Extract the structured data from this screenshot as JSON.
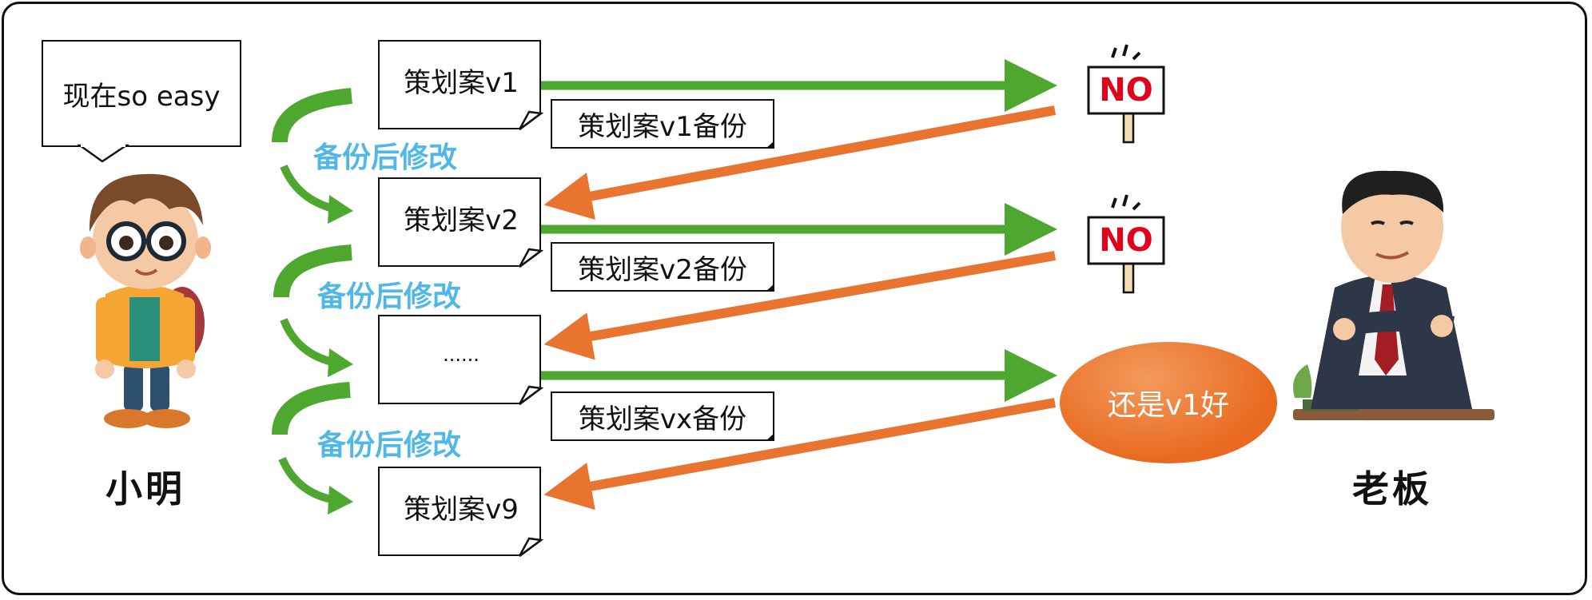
{
  "speech_bubble": "现在so easy",
  "left_person": "小明",
  "right_person": "老板",
  "docs": [
    "策划案v1",
    "策划案v2",
    "......",
    "策划案v9"
  ],
  "backups": [
    "策划案v1备份",
    "策划案v2备份",
    "策划案vx备份"
  ],
  "modify_labels": [
    "备份后修改",
    "备份后修改",
    "备份后修改"
  ],
  "sign_text": "NO",
  "oval_text": "还是v1好",
  "colors": {
    "green": "#4ea72e",
    "orange": "#e8742f",
    "blue": "#4fb8e6",
    "sign_red": "#e3001b"
  }
}
